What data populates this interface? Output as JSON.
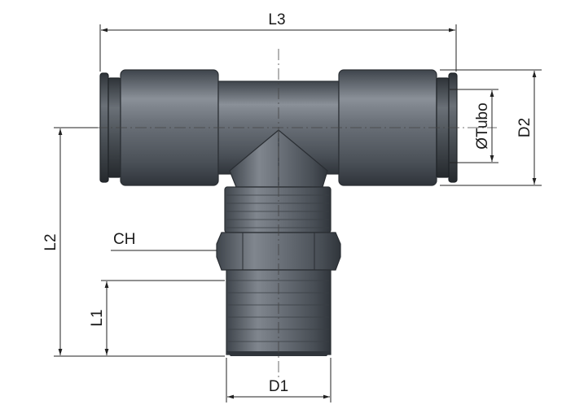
{
  "labels": {
    "L3": "L3",
    "D2": "D2",
    "tube": "ØTubo",
    "L2": "L2",
    "CH": "CH",
    "L1": "L1",
    "D1": "D1"
  }
}
